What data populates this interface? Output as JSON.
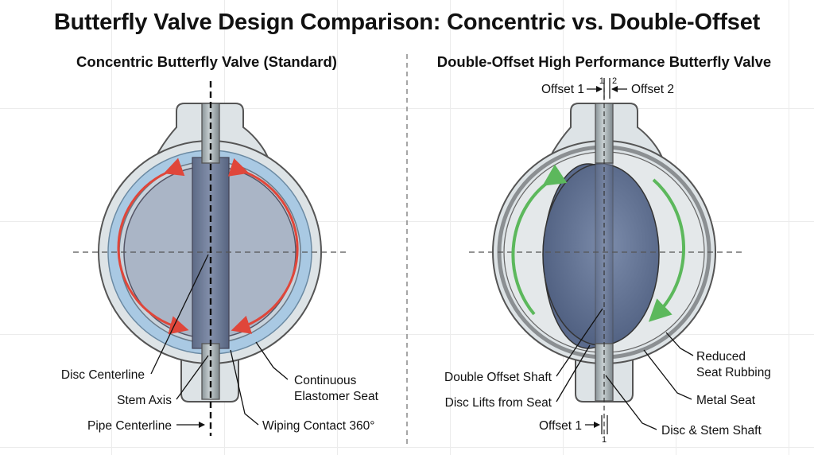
{
  "title": "Butterfly Valve Design Comparison: Concentric vs. Double-Offset",
  "left_panel": {
    "title": "Concentric Butterfly Valve (Standard)",
    "labels": {
      "disc_centerline": "Disc Centerline",
      "stem_axis": "Stem Axis",
      "pipe_centerline": "Pipe Centerline",
      "seat_line1": "Continuous",
      "seat_line2": "Elastomer Seat",
      "wiping": "Wiping Contact 360°"
    },
    "arrow_color": "#e0463a",
    "seat_color": "#a9c9e3"
  },
  "right_panel": {
    "title": "Double-Offset High Performance Butterfly Valve",
    "labels": {
      "offset1_top": "Offset 1",
      "offset2_top": "Offset 2",
      "num1": "1",
      "num2": "2",
      "reduced_line1": "Reduced",
      "reduced_line2": "Seat Rubbing",
      "double_offset_shaft": "Double Offset Shaft",
      "metal_seat": "Metal Seat",
      "disc_lifts": "Disc Lifts from Seat",
      "offset1_bottom": "Offset 1",
      "disc_stem_shaft": "Disc & Stem Shaft",
      "num1_bottom": "1"
    },
    "arrow_color": "#5cb85c",
    "disc_color": "#6f7f9c"
  }
}
